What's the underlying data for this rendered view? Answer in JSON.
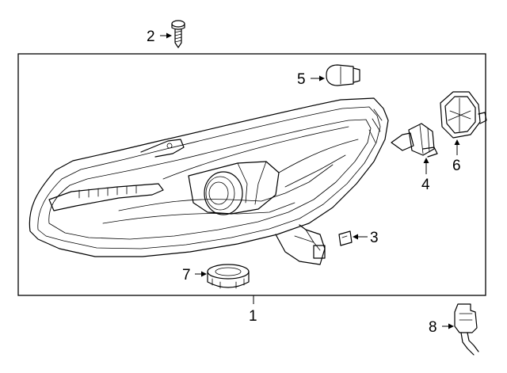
{
  "diagram": {
    "callouts": [
      {
        "id": "1",
        "label": "1"
      },
      {
        "id": "2",
        "label": "2"
      },
      {
        "id": "3",
        "label": "3"
      },
      {
        "id": "4",
        "label": "4"
      },
      {
        "id": "5",
        "label": "5"
      },
      {
        "id": "6",
        "label": "6"
      },
      {
        "id": "7",
        "label": "7"
      },
      {
        "id": "8",
        "label": "8"
      }
    ],
    "parts": [
      {
        "callout": "1",
        "part": "headlamp-assembly"
      },
      {
        "callout": "2",
        "part": "screw"
      },
      {
        "callout": "3",
        "part": "clip"
      },
      {
        "callout": "4",
        "part": "bulb"
      },
      {
        "callout": "5",
        "part": "bulb"
      },
      {
        "callout": "6",
        "part": "cover"
      },
      {
        "callout": "7",
        "part": "socket"
      },
      {
        "callout": "8",
        "part": "connector"
      }
    ]
  }
}
